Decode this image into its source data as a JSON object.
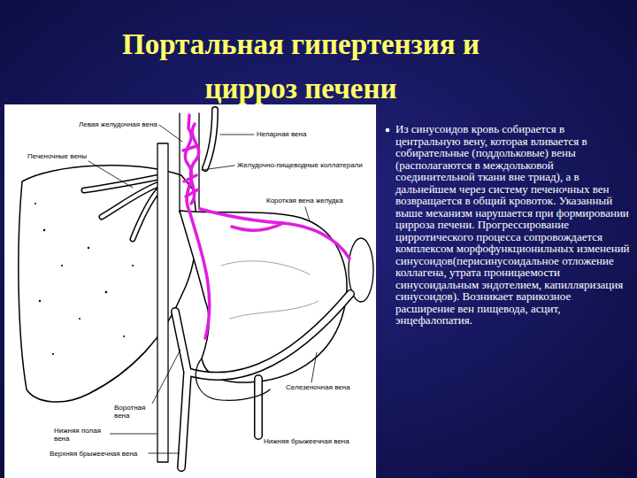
{
  "diagram": {
    "title": "Портальная гипертензия и цирроз печени",
    "labels": [
      "Левая желудочная вена",
      "Непарная вена",
      "Печеночные вены",
      "Желудочно-пищеводные коллатерали",
      "Короткая вена желудка",
      "Воротная вена",
      "Селезеночная вена",
      "Нижняя полая вена",
      "Нижняя брыжеечная вена",
      "Верхняя брыжеечная вена",
      "Из синусоидов кровь собирается в центральную вену, которая вливается в собирательные (поддольковые) вены (располагаются в междольковой соединительной ткани вне триад), а в дальнейшем через систему печеночных вен возвращается в общий кровоток. Указанный выше механизм нарушается при формировании цирроза печени. Прогрессирование цирротического процесса сопровождается комплексом морфофункционильных изменений синусоидов(перисинусоидальное отложение коллагена, утрата проницаемости синусоидальным эндотелием, капилляризация синусоидов). Возникает варикозное расширение вен пищевода, асцит, энцефалопатия."
    ]
  }
}
